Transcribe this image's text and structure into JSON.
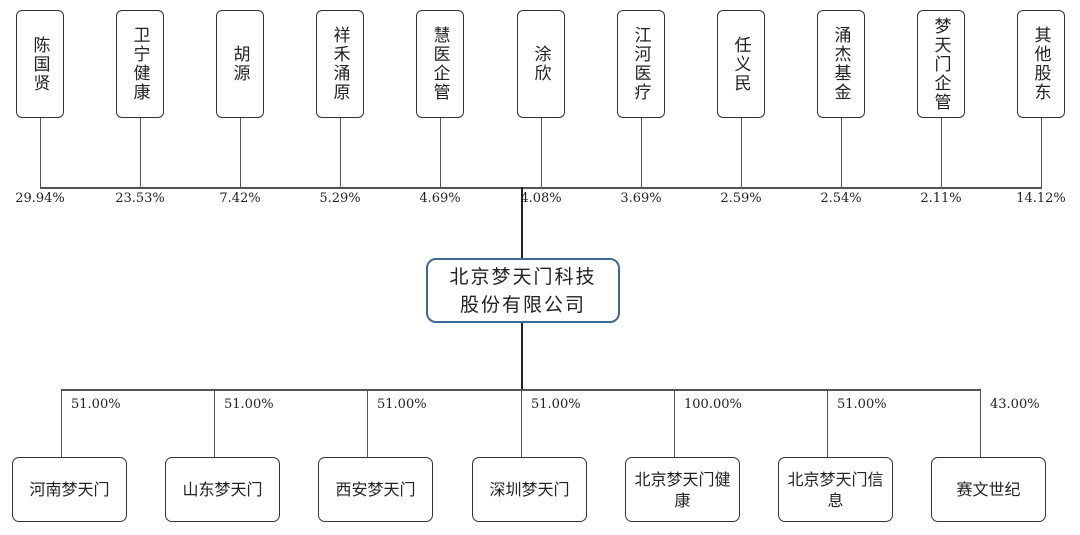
{
  "company": {
    "line1": "北京梦天门科技",
    "line2": "股份有限公司",
    "border_color": "#3d6b94"
  },
  "shareholders": [
    {
      "name": "陈国贤",
      "pct": "29.94%"
    },
    {
      "name": "卫宁健康",
      "pct": "23.53%"
    },
    {
      "name": "胡源",
      "pct": "7.42%"
    },
    {
      "name": "祥禾涌原",
      "pct": "5.29%"
    },
    {
      "name": "慧医企管",
      "pct": "4.69%"
    },
    {
      "name": "涂欣",
      "pct": "4.08%"
    },
    {
      "name": "江河医疗",
      "pct": "3.69%"
    },
    {
      "name": "任义民",
      "pct": "2.59%"
    },
    {
      "name": "涌杰基金",
      "pct": "2.54%"
    },
    {
      "name": "梦天门企管",
      "pct": "2.11%"
    },
    {
      "name": "其他股东",
      "pct": "14.12%"
    }
  ],
  "subsidiaries": [
    {
      "name": "河南梦天门",
      "pct": "51.00%"
    },
    {
      "name": "山东梦天门",
      "pct": "51.00%"
    },
    {
      "name": "西安梦天门",
      "pct": "51.00%"
    },
    {
      "name": "深圳梦天门",
      "pct": "51.00%"
    },
    {
      "name": "北京梦天门健康",
      "pct": "100.00%"
    },
    {
      "name": "北京梦天门信息",
      "pct": "51.00%"
    },
    {
      "name": "赛文世纪",
      "pct": "43.00%"
    }
  ]
}
